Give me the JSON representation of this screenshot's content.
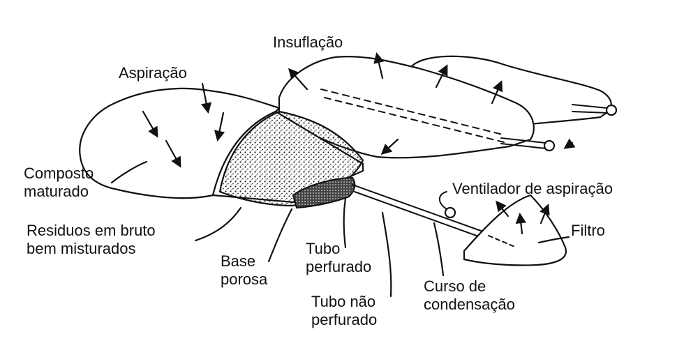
{
  "colors": {
    "ink": "#111111",
    "background": "#ffffff",
    "compost_dots": "#222222"
  },
  "labels": {
    "insuflacao": "Insuflação",
    "aspiracao": "Aspiração",
    "composto_line1": "Composto",
    "composto_line2": "maturado",
    "residuos_line1": "Residuos em bruto",
    "residuos_line2": "bem misturados",
    "base_line1": "Base",
    "base_line2": "porosa",
    "tubo_perfurado_line1": "Tubo",
    "tubo_perfurado_line2": "perfurado",
    "tubo_nao_line1": "Tubo não",
    "tubo_nao_line2": "perfurado",
    "curso_line1": "Curso de",
    "curso_line2": "condensação",
    "ventilador": "Ventilador de aspiração",
    "filtro": "Filtro"
  }
}
